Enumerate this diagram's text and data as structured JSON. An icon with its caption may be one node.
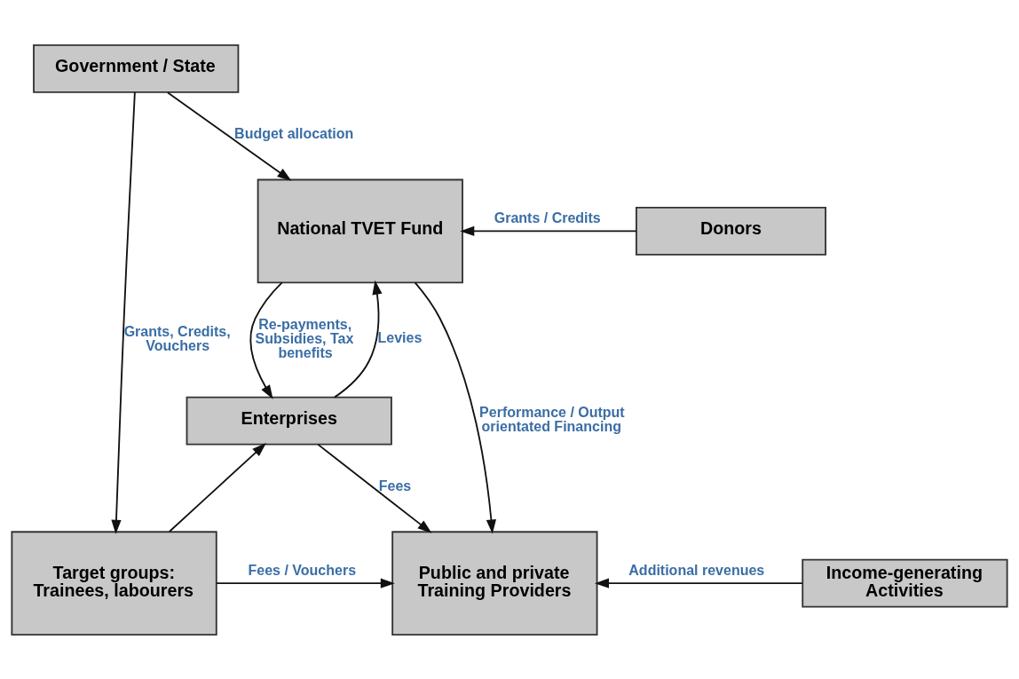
{
  "diagram": {
    "nodes": [
      {
        "text": [
          "Government / State"
        ]
      },
      {
        "text": [
          "National TVET Fund"
        ]
      },
      {
        "text": [
          "Donors"
        ]
      },
      {
        "text": [
          "Enterprises"
        ]
      },
      {
        "text": [
          "Target groups: Trainees, labourers"
        ]
      },
      {
        "text": [
          "Public and private Training Providers"
        ]
      },
      {
        "text": [
          "Income-generating Activities"
        ]
      }
    ],
    "edges": [
      {
        "from": 0,
        "to": 4,
        "arrow": "to",
        "label": "Grants, Credits, Vouchers"
      },
      {
        "from": 0,
        "to": 1,
        "arrow": "to",
        "label": "Budget allocation"
      },
      {
        "from": 2,
        "to": 1,
        "arrow": "to",
        "label": "Grants / Credits"
      },
      {
        "from": 1,
        "to": 3,
        "arrow": "to",
        "label": "Re-payments, Subsidies, Tax benefits"
      },
      {
        "from": 3,
        "to": 1,
        "arrow": "to",
        "label": "Levies"
      },
      {
        "from": 1,
        "to": 5,
        "arrow": "to",
        "label": "Performance / Output orientated Financing"
      },
      {
        "from": 3,
        "to": 5,
        "arrow": "to",
        "label": "Fees"
      },
      {
        "from": 4,
        "to": 3,
        "arrow": "to"
      },
      {
        "from": 4,
        "to": 5,
        "arrow": "to",
        "label": "Fees / Vouchers"
      },
      {
        "from": 6,
        "to": 5,
        "arrow": "to",
        "label": "Additional revenues"
      }
    ]
  }
}
